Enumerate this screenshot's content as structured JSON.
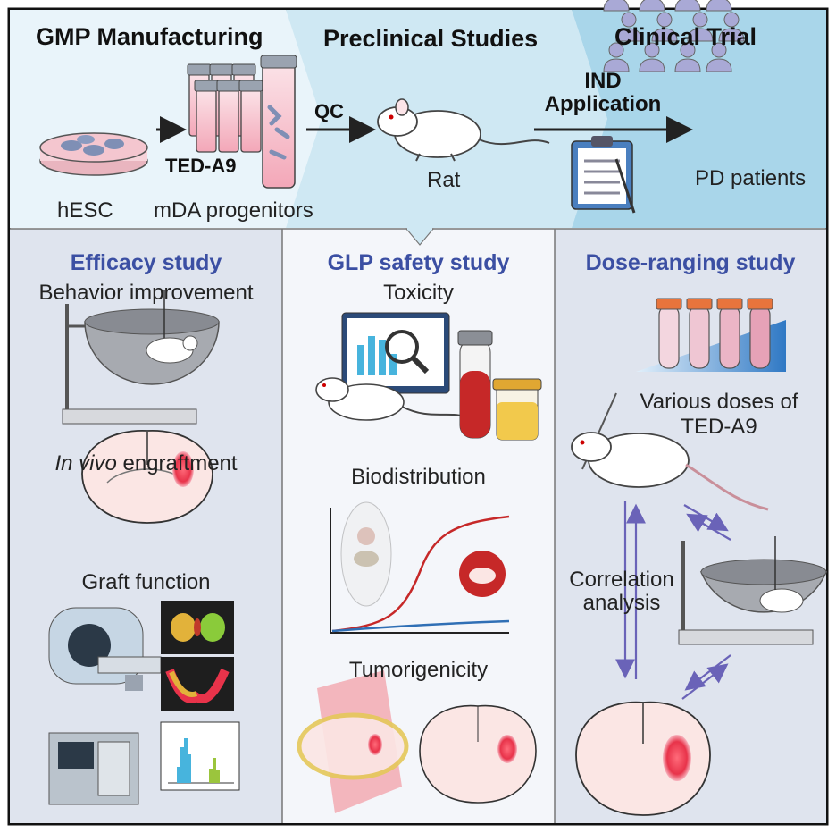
{
  "top": {
    "stages": [
      "GMP Manufacturing",
      "Preclinical Studies",
      "Clinical Trial"
    ],
    "hesc": "hESC",
    "ted_a9": "TED-A9",
    "progenitors": "mDA progenitors",
    "qc": "QC",
    "rat": "Rat",
    "ind_line1": "IND",
    "ind_line2": "Application",
    "patients": "PD patients"
  },
  "efficacy": {
    "title": "Efficacy study",
    "behavior": "Behavior improvement",
    "engraft_italic": "In vivo",
    "engraft_rest": " engraftment",
    "graft": "Graft function"
  },
  "glp": {
    "title": "GLP safety study",
    "toxicity": "Toxicity",
    "biodistribution": "Biodistribution",
    "tumorigenicity": "Tumorigenicity"
  },
  "dose": {
    "title": "Dose-ranging study",
    "doses_line1": "Various doses of",
    "doses_line2": "TED-A9",
    "corr_line1": "Correlation",
    "corr_line2": "analysis"
  },
  "colors": {
    "accent": "#3b4fa3",
    "top_bg_left": "#e9f4fa",
    "top_bg_mid": "#cfe8f3",
    "top_bg_right": "#a9d6ea",
    "panel_bg": "#dfe4ee",
    "graft_red": "#e8334a",
    "arrow_purple": "#6a63b8"
  }
}
